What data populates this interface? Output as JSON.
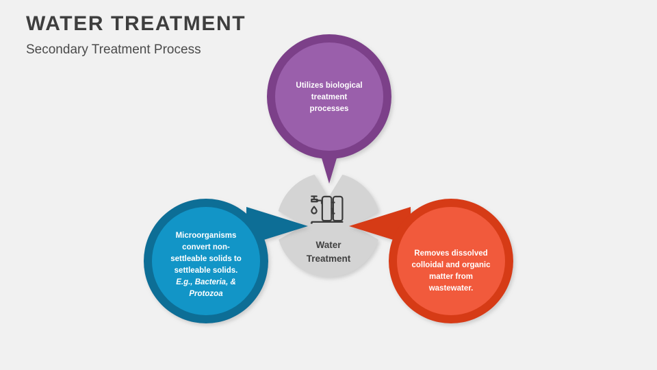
{
  "slide": {
    "background_color": "#f1f1f1",
    "title": "WATER TREATMENT",
    "subtitle": "Secondary Treatment Process"
  },
  "hub": {
    "label_line1": "Water",
    "label_line2": "Treatment",
    "icon": "water-filter-faucet-icon",
    "fill_color": "#d4d4d4",
    "text_color": "#404040"
  },
  "nodes": [
    {
      "id": "biological",
      "position": "top",
      "color": "#9a5fab",
      "ring_color": "#7b4189",
      "arrow_color": "#7b4189",
      "text_lines": [
        {
          "text": "Utilizes biological",
          "italic": false
        },
        {
          "text": "treatment",
          "italic": false
        },
        {
          "text": "processes",
          "italic": false
        }
      ]
    },
    {
      "id": "microorganisms",
      "position": "left",
      "color": "#1295c7",
      "ring_color": "#0a6e96",
      "arrow_color": "#0a6e96",
      "text_lines": [
        {
          "text": "Microorganisms",
          "italic": false
        },
        {
          "text": "convert non-",
          "italic": false
        },
        {
          "text": "settleable solids to",
          "italic": false
        },
        {
          "text": "settleable solids.",
          "italic": false
        },
        {
          "text": "E.g., Bacteria, &",
          "italic": true
        },
        {
          "text": "Protozoa",
          "italic": true
        }
      ]
    },
    {
      "id": "removal",
      "position": "right",
      "color": "#f15a3c",
      "ring_color": "#d63a16",
      "arrow_color": "#d63a16",
      "text_lines": [
        {
          "text": "Removes dissolved",
          "italic": false
        },
        {
          "text": "colloidal and organic",
          "italic": false
        },
        {
          "text": "matter from",
          "italic": false
        },
        {
          "text": "wastewater.",
          "italic": false
        }
      ]
    }
  ]
}
